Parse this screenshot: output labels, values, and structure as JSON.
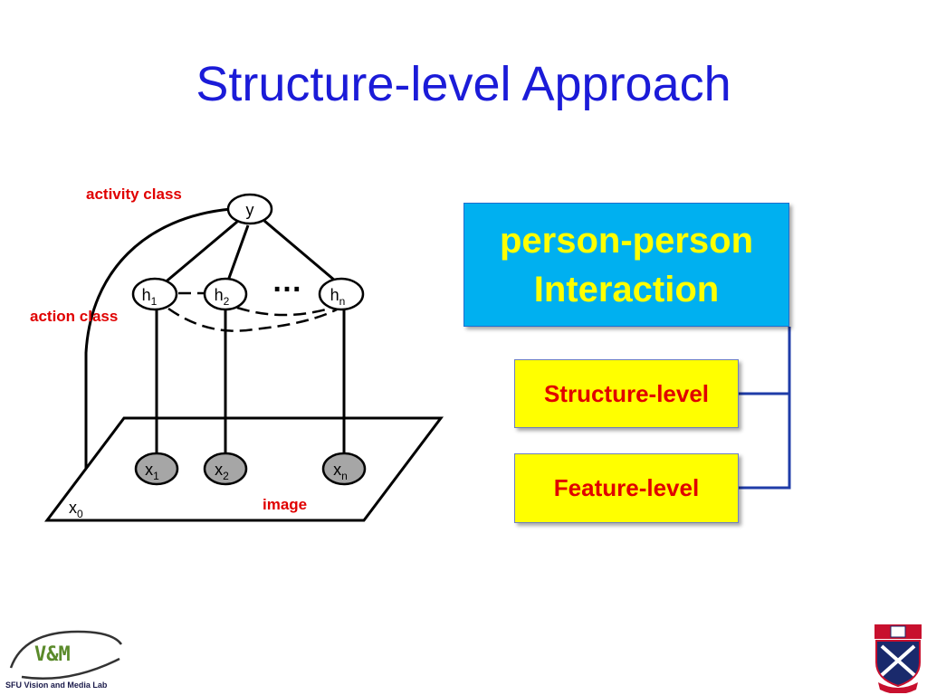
{
  "slide": {
    "title": "Structure-level Approach"
  },
  "diagram": {
    "labels": {
      "activity_class": "activity class",
      "action_class": "action class",
      "image": "image",
      "ellipsis": "…"
    },
    "nodes": {
      "y": "y",
      "h1_base": "h",
      "h1_sub": "1",
      "h2_base": "h",
      "h2_sub": "2",
      "hn_base": "h",
      "hn_sub": "n",
      "x1_base": "x",
      "x1_sub": "1",
      "x2_base": "x",
      "x2_sub": "2",
      "xn_base": "x",
      "xn_sub": "n",
      "x0_base": "x",
      "x0_sub": "0"
    },
    "colors": {
      "label_red": "#e00000",
      "obs_node_fill": "#a6a6a6",
      "title_blue": "#1b1bd8",
      "connector_blue": "#1f3ca8"
    }
  },
  "boxes": {
    "main_line1": "person-person",
    "main_line2": "Interaction",
    "structure": "Structure-level",
    "feature": "Feature-level",
    "main_fill": "#00b0f0",
    "sub_fill": "#ffff00"
  },
  "logos": {
    "left_caption": "SFU Vision and Media Lab",
    "left_mark": "V&M"
  }
}
